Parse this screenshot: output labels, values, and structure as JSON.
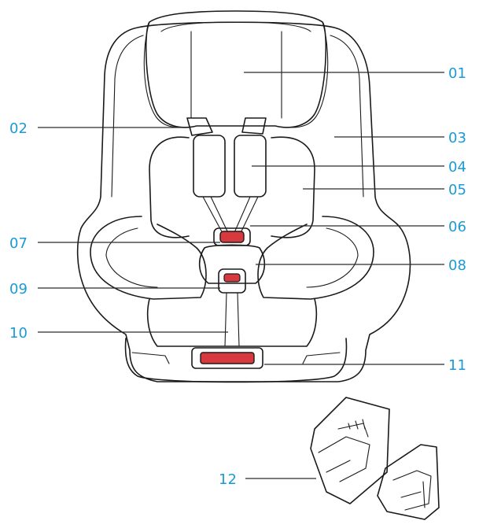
{
  "colors": {
    "label": "#1a9ad6",
    "line": "#1a1a1a",
    "accent_red": "#d8393f"
  },
  "callouts": [
    "01",
    "02",
    "03",
    "04",
    "05",
    "06",
    "07",
    "08",
    "09",
    "10",
    "11",
    "12"
  ]
}
